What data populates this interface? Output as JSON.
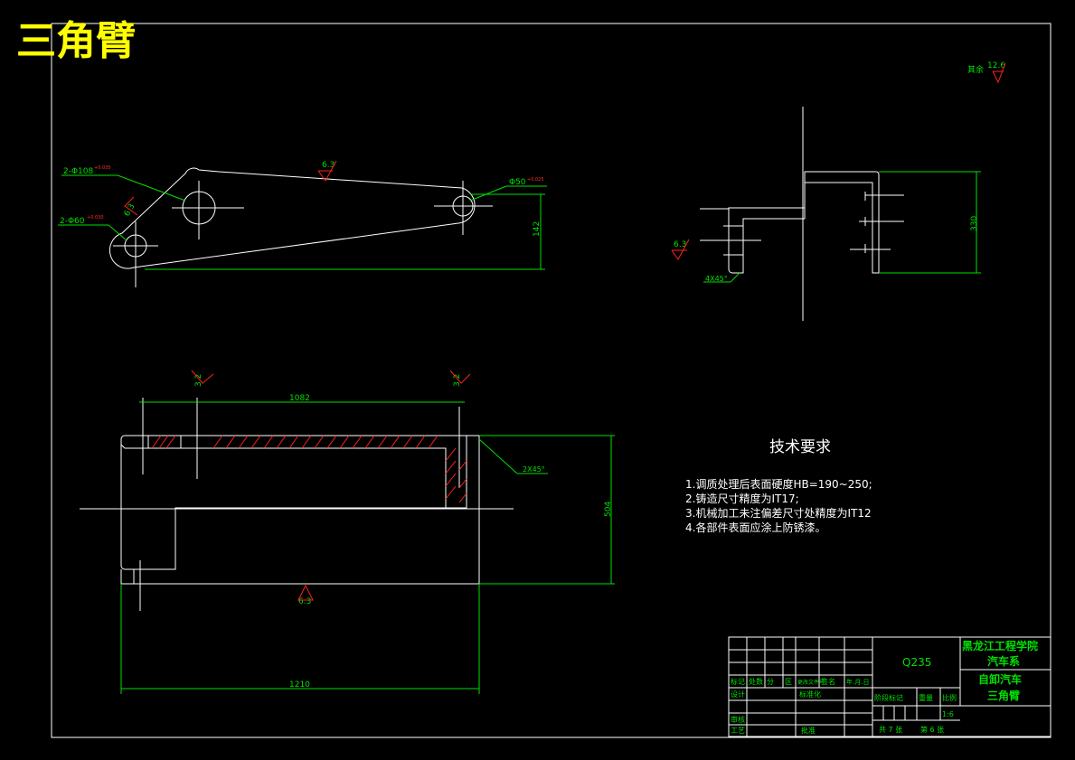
{
  "title": "三角臂",
  "roughness_general": {
    "label": "其余",
    "value": "12.6"
  },
  "top_view": {
    "hole_large": "2-Φ108",
    "hole_large_tol": "+0.035",
    "hole_small": "2-Φ60",
    "hole_small_tol": "+0.030",
    "hole_end": "Φ50",
    "hole_end_tol": "+0.025",
    "roughness_top": "6.3",
    "roughness_left": "6.3",
    "height_dim": "142"
  },
  "side_view": {
    "roughness": "6.3",
    "chamfer": "4X45°",
    "height_dim": "330"
  },
  "front_view": {
    "roughness_left": "3.2",
    "roughness_right": "3.2",
    "roughness_bottom": "6.3",
    "width_top": "1082",
    "width_bottom": "1210",
    "height_dim": "504",
    "chamfer": "2X45°"
  },
  "tech_requirements": {
    "heading": "技术要求",
    "items": [
      "1.调质处理后表面硬度HB=190~250;",
      "2.铸造尺寸精度为IT17;",
      "3.机械加工未注偏差尺寸处精度为IT12",
      "4.各部件表面应涂上防锈漆。"
    ]
  },
  "title_block": {
    "material": "Q235",
    "school": "黑龙江工程学院",
    "department": "汽车系",
    "project": "自卸汽车",
    "part_name": "三角臂",
    "row_labels": [
      "标记",
      "处数",
      "分",
      "区",
      "更改文件号",
      "签名",
      "年.月.日"
    ],
    "design": "设计",
    "standardize": "标准化",
    "review": "审核",
    "process": "工艺",
    "approve": "批准",
    "stage_mark": "阶段标记",
    "weight": "重量",
    "scale_label": "比例",
    "scale": "1:6",
    "sheets": "共 7 张",
    "sheet_no": "第 6 张"
  },
  "colors": {
    "lines": "#ffffff",
    "dims": "#00e000",
    "title": "#ffff00",
    "roughness": "#ff2020"
  }
}
